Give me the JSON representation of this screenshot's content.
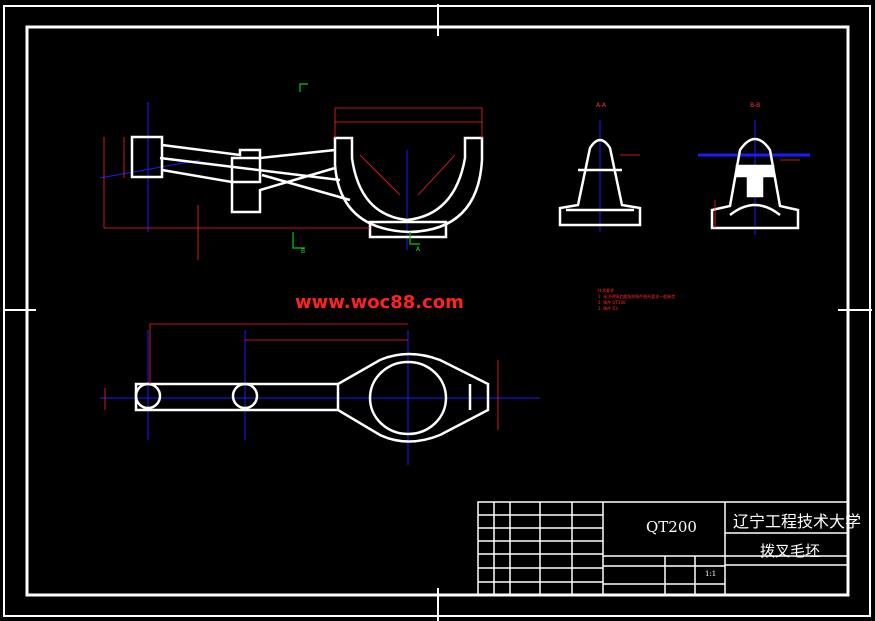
{
  "watermark": "www.woc88.com",
  "colors": {
    "background": "#000000",
    "outline": "#ffffff",
    "dimension": "#ff2222",
    "centerline": "#0000ff",
    "marker": "#00cc00"
  },
  "title_block": {
    "material": "QT200",
    "school": "辽宁工程技术大学",
    "drawing_name": "拨叉毛坯",
    "scale": "1:1"
  },
  "views": {
    "section_aa": "A-A",
    "section_bb": "B-B",
    "marker_a": "A",
    "marker_b": "B"
  },
  "notes": {
    "heading": "技术要求",
    "items": [
      "1. 未注明铸造圆角按铸件图纸要求一般制造",
      "2. 铸件 QT200",
      "3. 铸件 R3"
    ]
  }
}
